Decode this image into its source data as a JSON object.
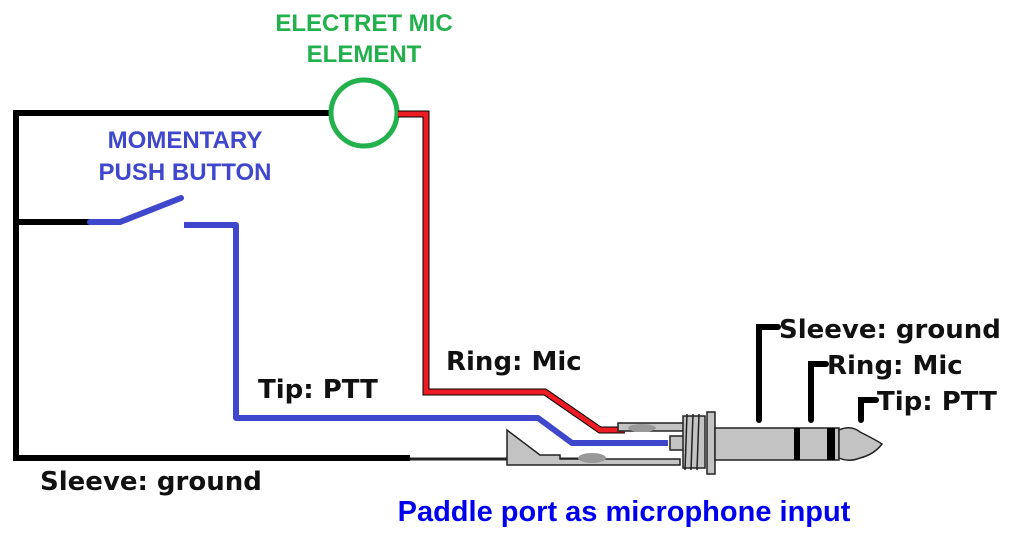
{
  "title": "Paddle port as microphone input",
  "colors": {
    "mic": "#22b14c",
    "button": "#3f48cc",
    "ring_wire": "#ed1c24",
    "tip_wire": "#3f48cc",
    "ground_wire": "#000000",
    "caption": "#0000ee",
    "jack_body": "#c3c3c3"
  },
  "components": {
    "mic": {
      "label_line1": "ELECTRET MIC",
      "label_line2": "ELEMENT"
    },
    "push_button": {
      "label_line1": "MOMENTARY",
      "label_line2": "PUSH BUTTON"
    }
  },
  "wire_labels": {
    "ring": "Ring: Mic",
    "tip": "Tip: PTT",
    "sleeve": "Sleeve: ground"
  },
  "plug_labels": {
    "sleeve": "Sleeve: ground",
    "ring": "Ring: Mic",
    "tip": "Tip: PTT"
  },
  "caption": "Paddle port as microphone input"
}
